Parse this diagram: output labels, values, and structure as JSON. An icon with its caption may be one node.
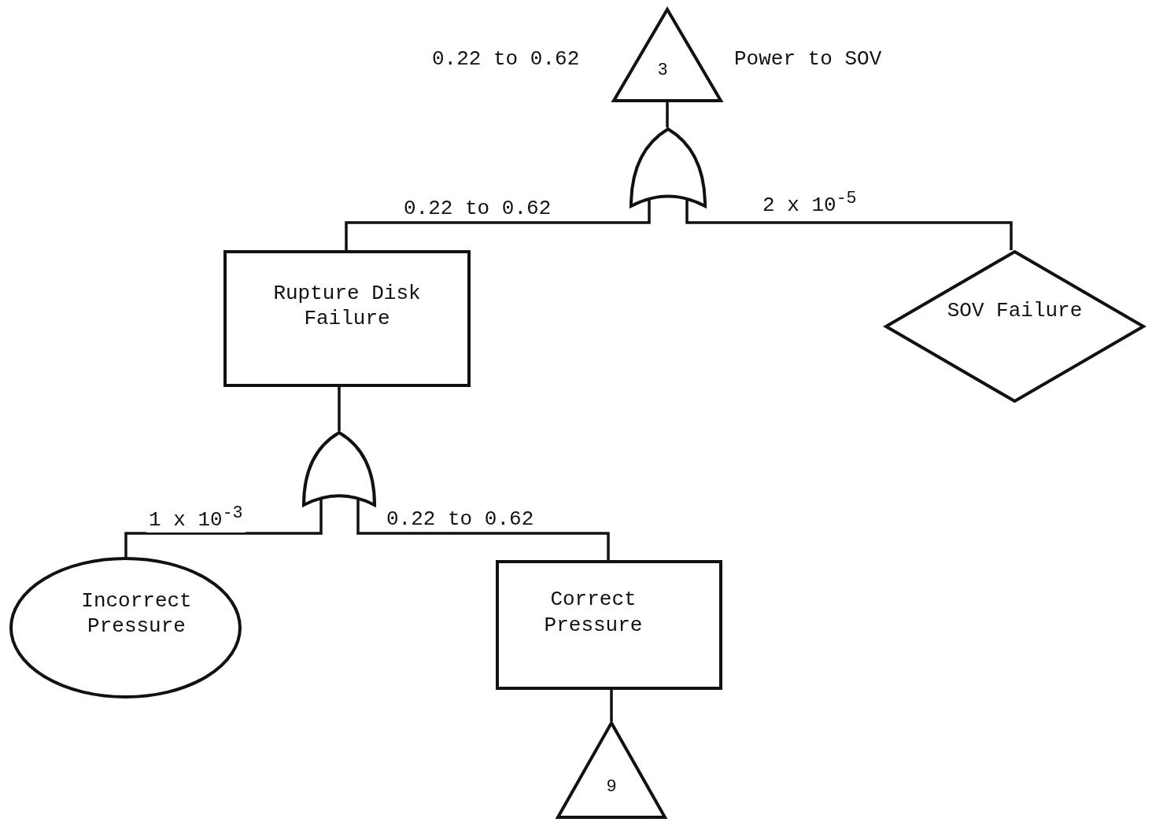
{
  "diagram": {
    "nodes": [
      {
        "text": [
          "3"
        ],
        "beside": [
          "0.22 to 0.62",
          "Power to SOV"
        ]
      },
      {
        "text": [],
        "shape": "gate"
      },
      {
        "text": [
          "Rupture Disk Failure"
        ]
      },
      {
        "text": [
          "SOV Failure"
        ]
      },
      {
        "text": [],
        "shape": "gate"
      },
      {
        "text": [
          "Incorrect Pressure"
        ]
      },
      {
        "text": [
          "Correct Pressure"
        ]
      },
      {
        "text": [
          "9"
        ]
      }
    ],
    "edges": [
      {
        "from": 1,
        "to": 0,
        "arrow": "none"
      },
      {
        "from": 1,
        "to": 2,
        "arrow": "none",
        "label": "0.22 to 0.62"
      },
      {
        "from": 1,
        "to": 3,
        "arrow": "none",
        "label": "2 x 10$^{-5}$"
      },
      {
        "from": 2,
        "to": 4,
        "arrow": "none"
      },
      {
        "from": 4,
        "to": 5,
        "arrow": "none",
        "label": "1 x 10$^{-3}$"
      },
      {
        "from": 4,
        "to": 6,
        "arrow": "none",
        "label": "0.22 to 0.62"
      },
      {
        "from": 6,
        "to": 7,
        "arrow": "none"
      }
    ]
  }
}
